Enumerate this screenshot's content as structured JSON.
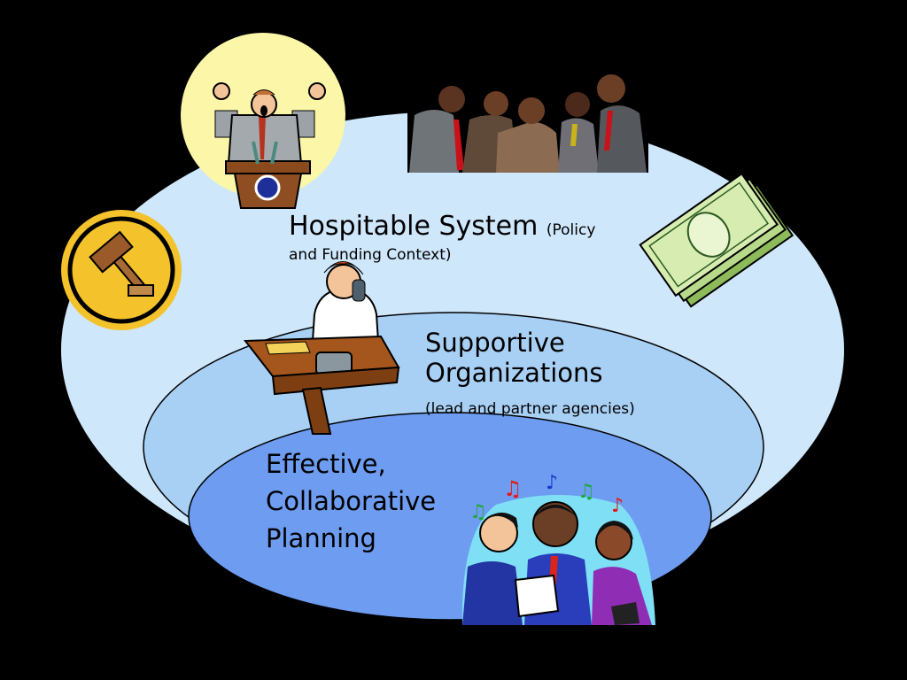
{
  "diagram": {
    "outer_ring": {
      "title": "Hospitable System",
      "subtitle_a": "(Policy",
      "subtitle_b": "and Funding Context)"
    },
    "middle_ring": {
      "title_line1": "Supportive",
      "title_line2": "Organizations",
      "subtitle": "(lead and partner agencies)"
    },
    "inner_ring": {
      "title_line1": "Effective,",
      "title_line2": "Collaborative",
      "title_line3": "Planning"
    }
  },
  "colors": {
    "background": "#000000",
    "outer_ring": "#cfe7fb",
    "middle_ring": "#a8d0f5",
    "inner_ring": "#6d9cf0"
  },
  "icons": [
    "speaker-at-podium-icon",
    "businessmen-group-icon",
    "gavel-icon",
    "money-stack-icon",
    "man-on-phone-at-desk-icon",
    "singing-group-icon"
  ]
}
